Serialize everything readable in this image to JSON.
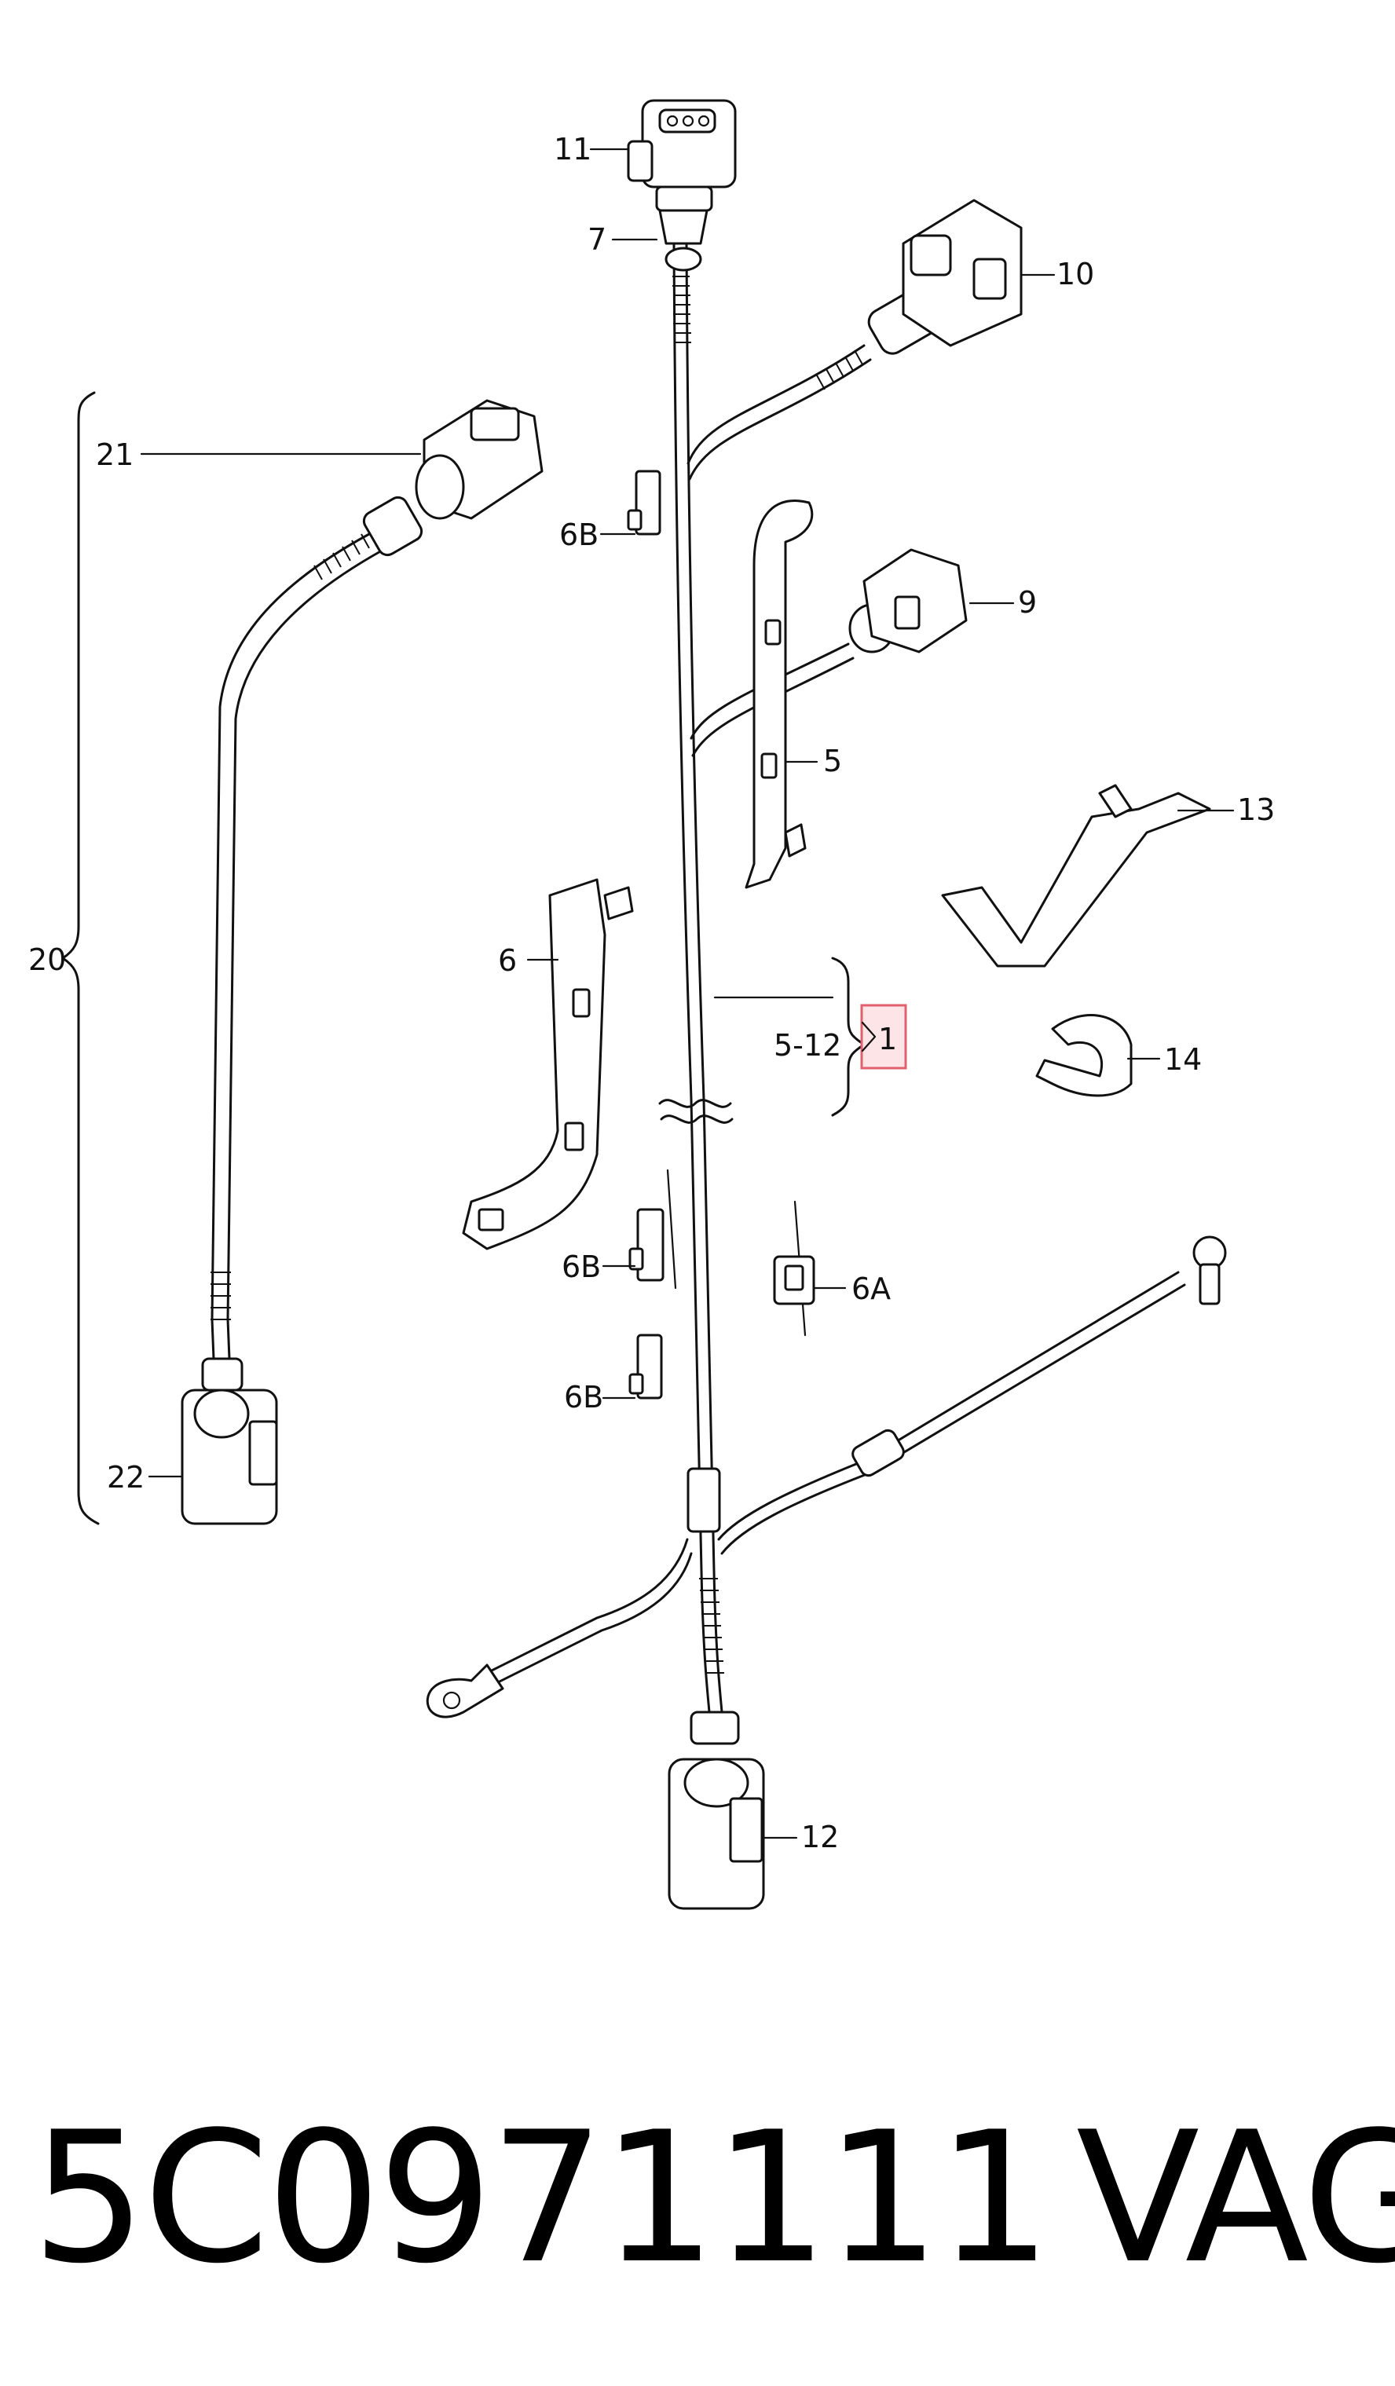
{
  "labels": {
    "l1": "1",
    "l5": "5",
    "l5_12": "5-12",
    "l6": "6",
    "l6A": "6A",
    "l6B_a": "6B",
    "l6B_b": "6B",
    "l6B_c": "6B",
    "l7": "7",
    "l9": "9",
    "l10": "10",
    "l11": "11",
    "l12": "12",
    "l13": "13",
    "l14": "14",
    "l20": "20",
    "l21": "21",
    "l22": "22"
  },
  "footer": {
    "part_number": "5C0971111",
    "brand": "VAG"
  },
  "colors": {
    "line": "#111111",
    "highlight_fill": "#fde4e6",
    "highlight_stroke": "#e0606e"
  }
}
